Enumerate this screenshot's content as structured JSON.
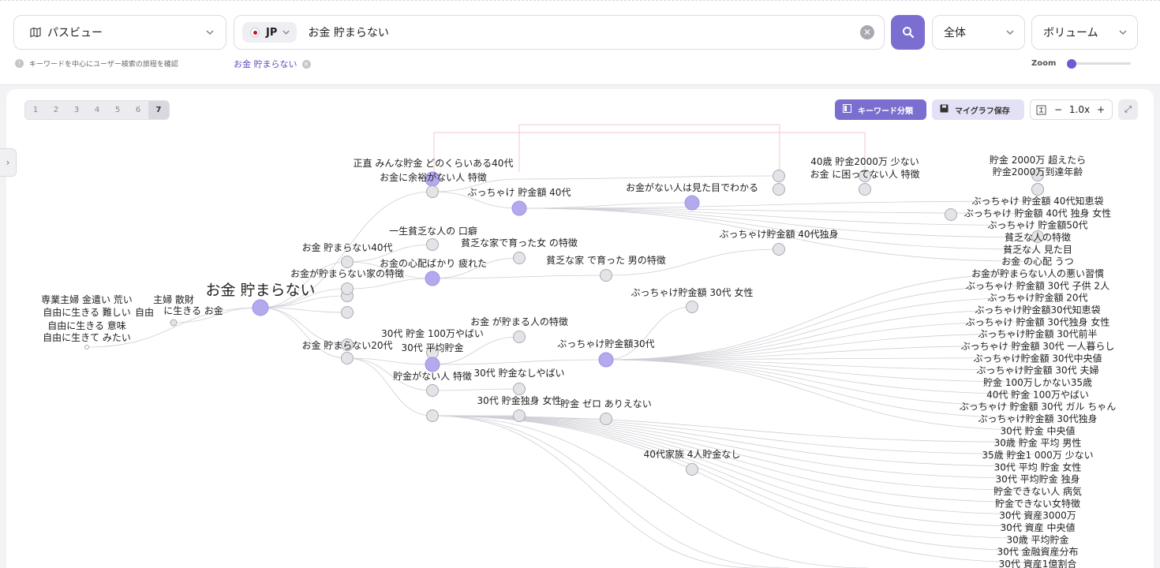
{
  "header": {
    "view_label": "パスビュー",
    "view_icon": "map-icon",
    "country_code": "JP",
    "query_value": "お金 貯まらない",
    "scope_label": "全体",
    "metric_label": "ボリューム",
    "hint": "キーワードを中心にユーザー検索の旅程を確認",
    "query_tag": "お金 貯まらない",
    "zoom_label": "Zoom",
    "accent": "#7a6fd1"
  },
  "toolbar": {
    "depths": [
      "1",
      "2",
      "3",
      "4",
      "5",
      "6",
      "7"
    ],
    "active_depth": "7",
    "categorize_label": "キーワード分類",
    "save_label": "マイグラフ保存",
    "zoom_value": "1.0x",
    "zoom_minus": "−",
    "zoom_plus": "+"
  },
  "graph": {
    "center": "お金 貯まらない",
    "left_nodes": [
      "主婦 散財",
      "専業主婦 金遣い 荒い",
      "自由に生きる 難しい",
      "自由",
      "に生きる お金",
      "自由に生きる 意味",
      "自由に生きて みたい"
    ],
    "nodes": [
      "正直 みんな貯金 どのくらいある40代",
      "お金に余裕がない人 特徴",
      "ぶっちゃけ 貯金額 40代",
      "お金がない人は見た目でわかる",
      "40歳 貯金2000万 少ない",
      "お金 に困ってない人 特徴",
      "貯金 2000万 超えたら",
      "貯金2000万到達年齢",
      "一生貧乏な人の 口癖",
      "貧乏な家で育った女 の特徴",
      "お金 貯まらない40代",
      "お金の心配ばかり 疲れた",
      "貧乏な家 で育った 男の特徴",
      "お金が貯まらない家の特徴",
      "ぶっちゃけ貯金額 40代独身",
      "ぶっちゃけ貯金額 30代 女性",
      "お金 が貯まる人の特徴",
      "30代 貯金 100万やばい",
      "お金 貯まらない20代",
      "30代 平均貯金",
      "ぶっちゃけ貯金額30代",
      "貯金がない人 特徴",
      "30代 貯金なしやばい",
      "30代 貯金独身 女性",
      "貯金 ゼロ ありえない",
      "40代家族 4人貯金なし"
    ],
    "right_labels": [
      "ぶっちゃけ 貯金額 40代知恵袋",
      "ぶっちゃけ 貯金額 40代 独身 女性",
      "ぶっちゃけ 貯金額50代",
      "貧乏な人の特徴",
      "貧乏な人 見た目",
      "お金 の心配 うつ",
      "お金が貯まらない人の悪い習慣",
      "ぶっちゃけ 貯金額 30代 子供 2人",
      "ぶっちゃけ貯金額 20代",
      "ぶっちゃけ貯金額30代知恵袋",
      "ぶっちゃけ 貯金額 30代独身 女性",
      "ぶっちゃけ貯金額 30代前半",
      "ぶっちゃけ 貯金額 30代 一人暮らし",
      "ぶっちゃけ貯金額 30代中央値",
      "ぶっちゃけ貯金額 30代 夫婦",
      "貯金 100万しかない35歳",
      "40代 貯金 100万やばい",
      "ぶっちゃけ 貯金額 30代 ガル ちゃん",
      "ぶっちゃけ貯金額 30代独身",
      "30代 貯金 中央値",
      "30歳 貯金 平均 男性",
      "35歳 貯金1 000万 少ない",
      "30代 平均 貯金 女性",
      "30代 平均貯金 独身",
      "貯金できない人 病気",
      "貯金できない女特徴",
      "30代 資産3000万",
      "30代 資産 中央値",
      "30歳 平均貯金",
      "30代 金融資産分布",
      "30代 資産1億割合"
    ]
  }
}
